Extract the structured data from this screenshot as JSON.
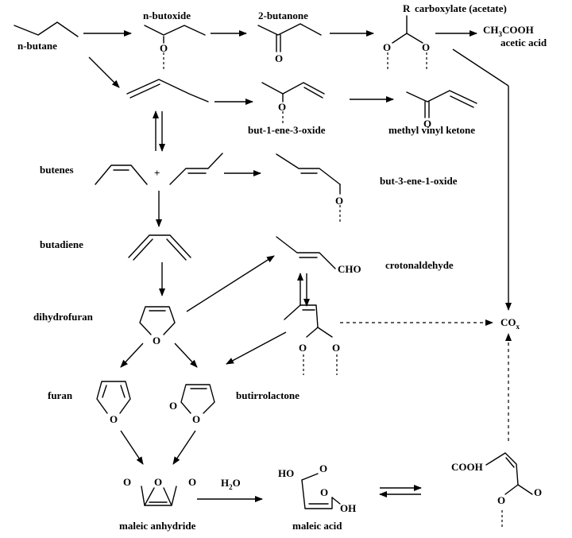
{
  "labels": {
    "n_butane": "n-butane",
    "n_butoxide": "n-butoxide",
    "butanone": "2-butanone",
    "carboxylate": "carboxylate (acetate)",
    "acetic_acid": "acetic acid",
    "but1ene3oxide": "but-1-ene-3-oxide",
    "mvk": "methyl vinyl ketone",
    "butenes": "butenes",
    "but3ene1oxide": "but-3-ene-1-oxide",
    "butadiene": "butadiene",
    "crotonaldehyde": "crotonaldehyde",
    "dihydrofuran": "dihydrofuran",
    "furan": "furan",
    "butirrolactone": "butirrolactone",
    "maleic_anhydride": "maleic anhydride",
    "maleic_acid": "maleic acid"
  },
  "atoms": {
    "o": "O",
    "r": "R",
    "plus": "+",
    "cho": "CHO",
    "cooh": "COOH",
    "ho": "HO",
    "oh": "OH",
    "ch3cooh_a": "CH",
    "ch3cooh_sub": "3",
    "ch3cooh_b": "COOH",
    "h2o_a": "H",
    "h2o_sub": "2",
    "h2o_b": "O",
    "cox_a": "CO",
    "cox_sub": "x"
  }
}
